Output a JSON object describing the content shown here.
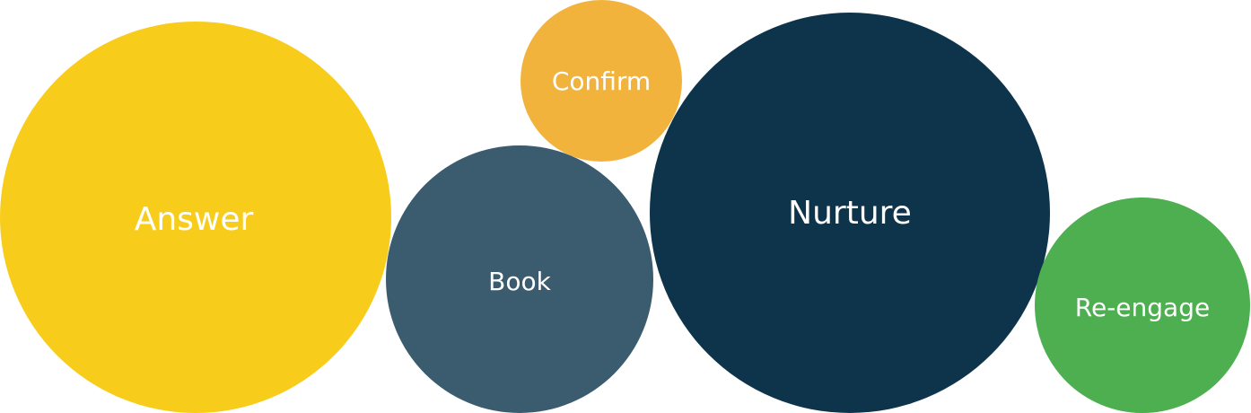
{
  "bubbles": [
    {
      "label": "Answer",
      "color": "#F8CC1B"
    },
    {
      "label": "Confirm",
      "color": "#F2B33D"
    },
    {
      "label": "Book",
      "color": "#3B5B6F"
    },
    {
      "label": "Nurture",
      "color": "#0E344C"
    },
    {
      "label": "Re-engage",
      "color": "#4DAF50"
    }
  ]
}
